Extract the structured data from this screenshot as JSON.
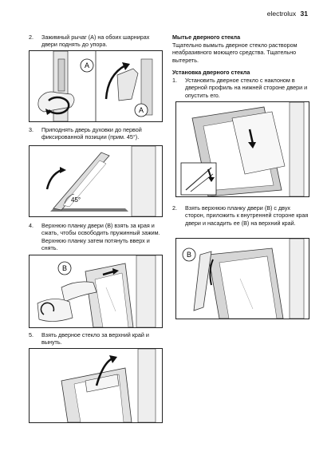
{
  "header": {
    "brand": "electrolux",
    "page": "31"
  },
  "left": {
    "step2": {
      "num": "2.",
      "text": "Зажимный рычаг (A) на обоих шарнирах двери поднять до упора."
    },
    "step3": {
      "num": "3.",
      "text": "Приподнять дверь духовки до первой фиксированной позиции (прим. 45°)."
    },
    "step4": {
      "num": "4.",
      "text": "Верхнюю планку двери (B) взять за края и сжать, чтобы освободить пружинный зажим. Верхнюю планку затем потянуть вверх и снять."
    },
    "step5": {
      "num": "5.",
      "text": "Взять дверное стекло за верхний край и вынуть."
    }
  },
  "right": {
    "cleaning_title": "Мытье дверного стекла",
    "cleaning_text": "Тщательно вымыть дверное стекло раствором неабразивного моющего средства. Тщательно вытереть.",
    "install_title": "Установка дверного стекла",
    "step1": {
      "num": "1.",
      "text": "Установить дверное стекло с наклоном в дверной профиль на нижней стороне двери и опустить его."
    },
    "step2": {
      "num": "2.",
      "text": "Взять верхнюю планку двери (B) с двух сторон, приложить к внутренней стороне края двери и насадить ее (B) на верхний край."
    }
  },
  "figures": {
    "label_a": "A",
    "label_b": "B",
    "angle": "45°"
  }
}
